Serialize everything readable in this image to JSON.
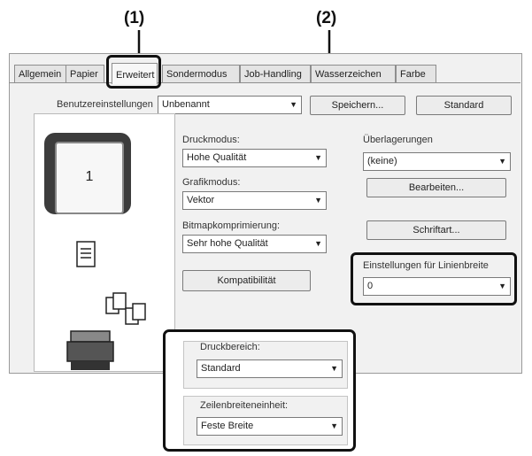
{
  "callouts": {
    "one": "(1)",
    "two": "(2)"
  },
  "tabs": [
    {
      "label": "Allgemein"
    },
    {
      "label": "Papier"
    },
    {
      "label": "Erweitert"
    },
    {
      "label": "Sondermodus"
    },
    {
      "label": "Job-Handling"
    },
    {
      "label": "Wasserzeichen"
    },
    {
      "label": "Farbe"
    }
  ],
  "user_settings": {
    "label": "Benutzereinstellungen",
    "value": "Unbenannt",
    "save_button": "Speichern...",
    "default_button": "Standard"
  },
  "preview": {
    "page_number": "1"
  },
  "print_mode": {
    "label": "Druckmodus:",
    "value": "Hohe Qualität"
  },
  "graphics_mode": {
    "label": "Grafikmodus:",
    "value": "Vektor"
  },
  "bitmap_compression": {
    "label": "Bitmapkomprimierung:",
    "value": "Sehr hohe Qualität"
  },
  "compatibility_button": "Kompatibilität",
  "overlays": {
    "label": "Überlagerungen",
    "value": "(keine)",
    "edit_button": "Bearbeiten..."
  },
  "font_button": "Schriftart...",
  "line_width": {
    "label": "Einstellungen für Linienbreite",
    "value": "0"
  },
  "popup": {
    "print_area": {
      "label": "Druckbereich:",
      "value": "Standard"
    },
    "line_width_unit": {
      "label": "Zeilenbreiteneinheit:",
      "value": "Feste Breite"
    }
  }
}
